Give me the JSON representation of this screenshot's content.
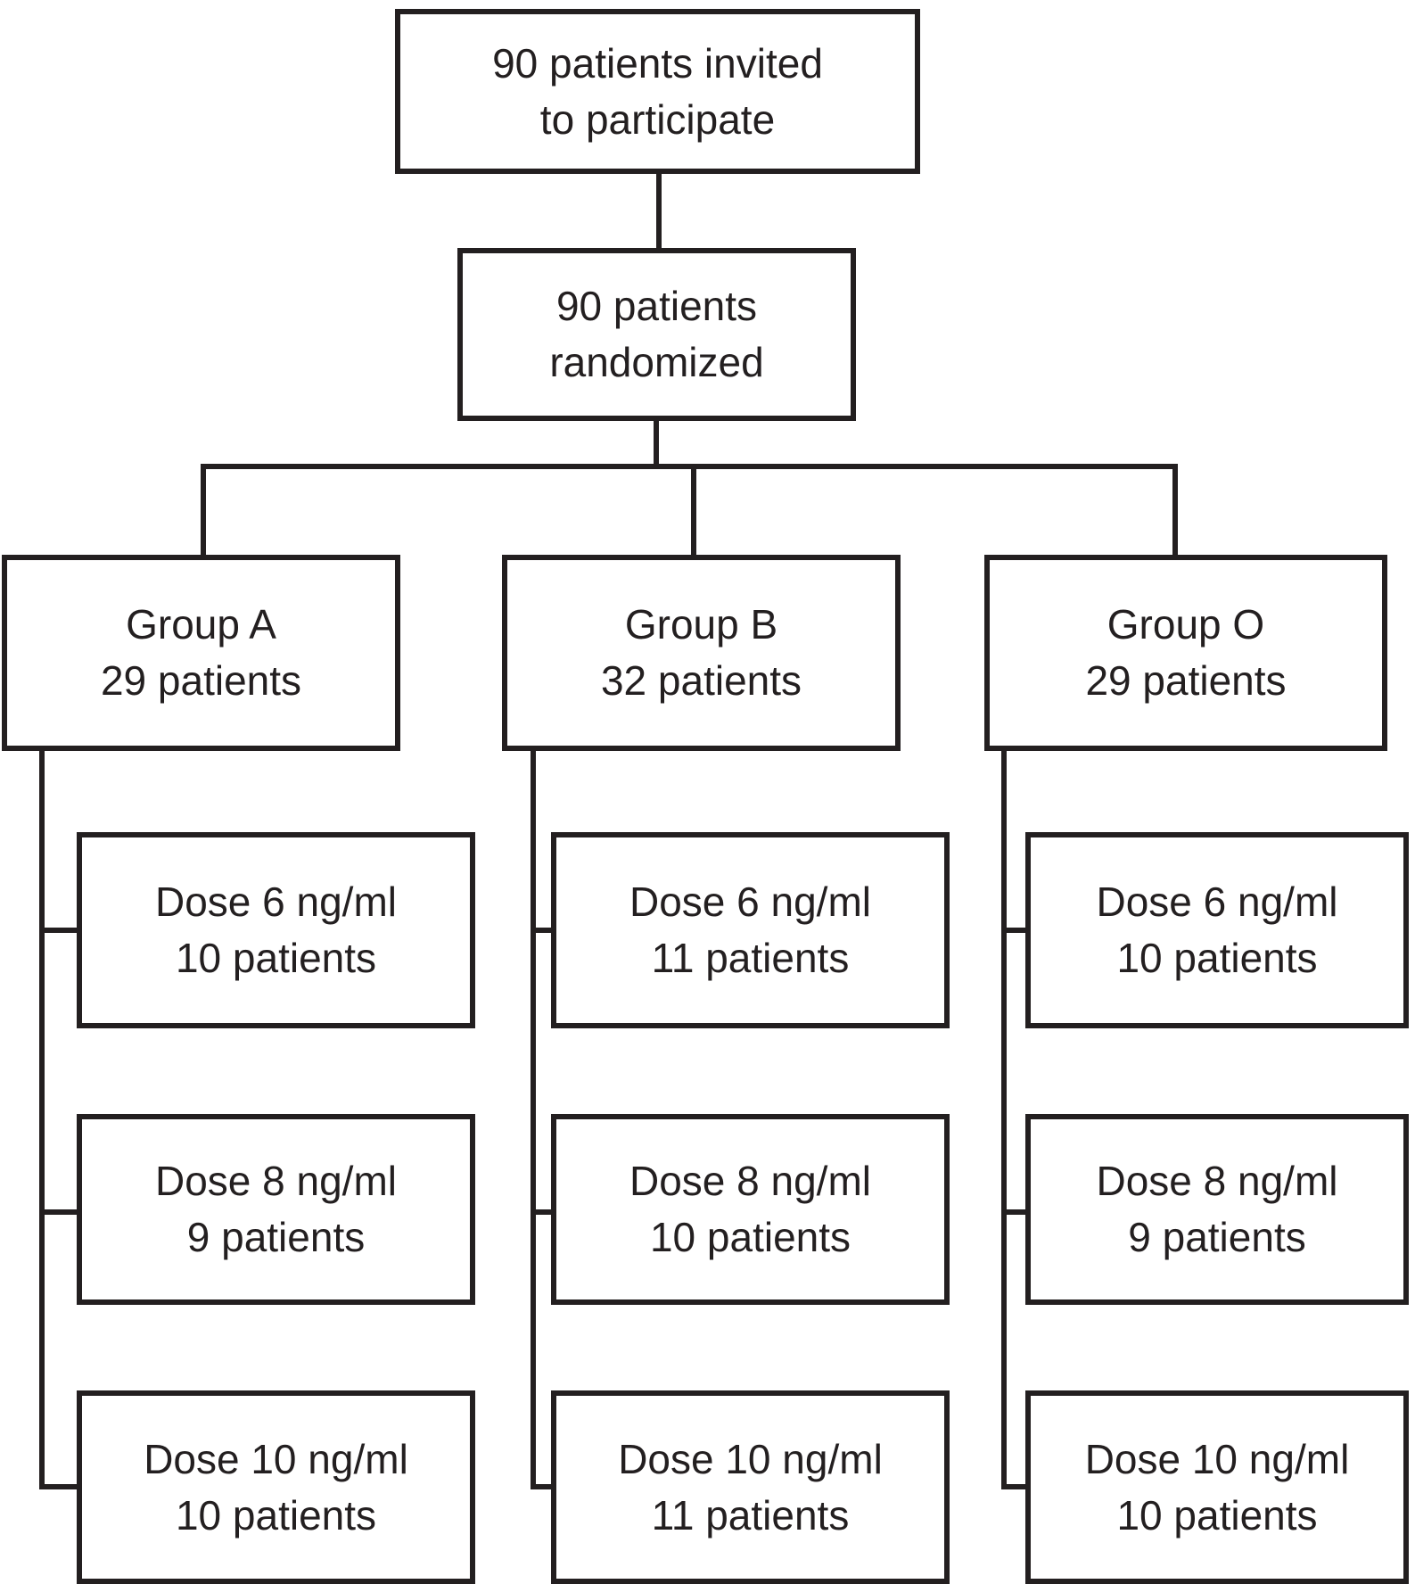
{
  "nodes": {
    "invited": {
      "line1": "90 patients invited",
      "line2": "to participate"
    },
    "randomized": {
      "line1": "90 patients",
      "line2": "randomized"
    }
  },
  "groups": [
    {
      "name": "Group A",
      "count": "29 patients",
      "doses": [
        {
          "dose": "Dose 6 ng/ml",
          "count": "10 patients"
        },
        {
          "dose": "Dose 8 ng/ml",
          "count": "9 patients"
        },
        {
          "dose": "Dose 10 ng/ml",
          "count": "10 patients"
        }
      ]
    },
    {
      "name": "Group B",
      "count": "32 patients",
      "doses": [
        {
          "dose": "Dose 6 ng/ml",
          "count": "11 patients"
        },
        {
          "dose": "Dose 8 ng/ml",
          "count": "10 patients"
        },
        {
          "dose": "Dose 10 ng/ml",
          "count": "11 patients"
        }
      ]
    },
    {
      "name": "Group O",
      "count": "29 patients",
      "doses": [
        {
          "dose": "Dose 6 ng/ml",
          "count": "10 patients"
        },
        {
          "dose": "Dose 8 ng/ml",
          "count": "9 patients"
        },
        {
          "dose": "Dose 10 ng/ml",
          "count": "10 patients"
        }
      ]
    }
  ],
  "colors": {
    "line": "#231f20",
    "background": "#ffffff"
  }
}
